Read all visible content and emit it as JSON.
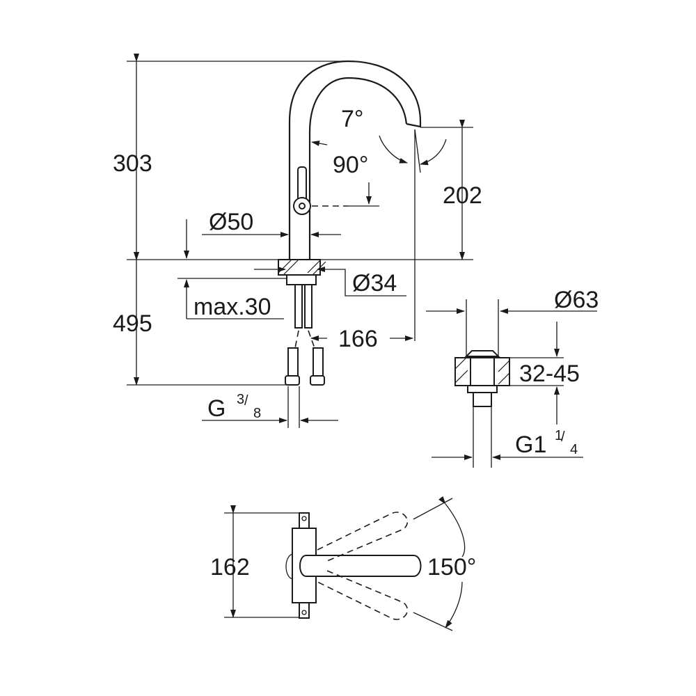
{
  "dimensions": {
    "height_total": "303",
    "angle_spout_tilt": "7°",
    "angle_lever": "90°",
    "spout_outlet_height": "202",
    "body_diameter": "Ø50",
    "hole_diameter": "Ø34",
    "max_countertop": "max.30",
    "hose_length": "495",
    "spout_reach": "166",
    "connection_thread_main": "G",
    "connection_thread_num": "3",
    "connection_thread_den": "8",
    "waste_diameter": "Ø63",
    "waste_range": "32-45",
    "waste_thread_main": "G1",
    "waste_thread_num": "1",
    "waste_thread_den": "4",
    "plan_depth": "162",
    "swivel_angle": "150°"
  }
}
